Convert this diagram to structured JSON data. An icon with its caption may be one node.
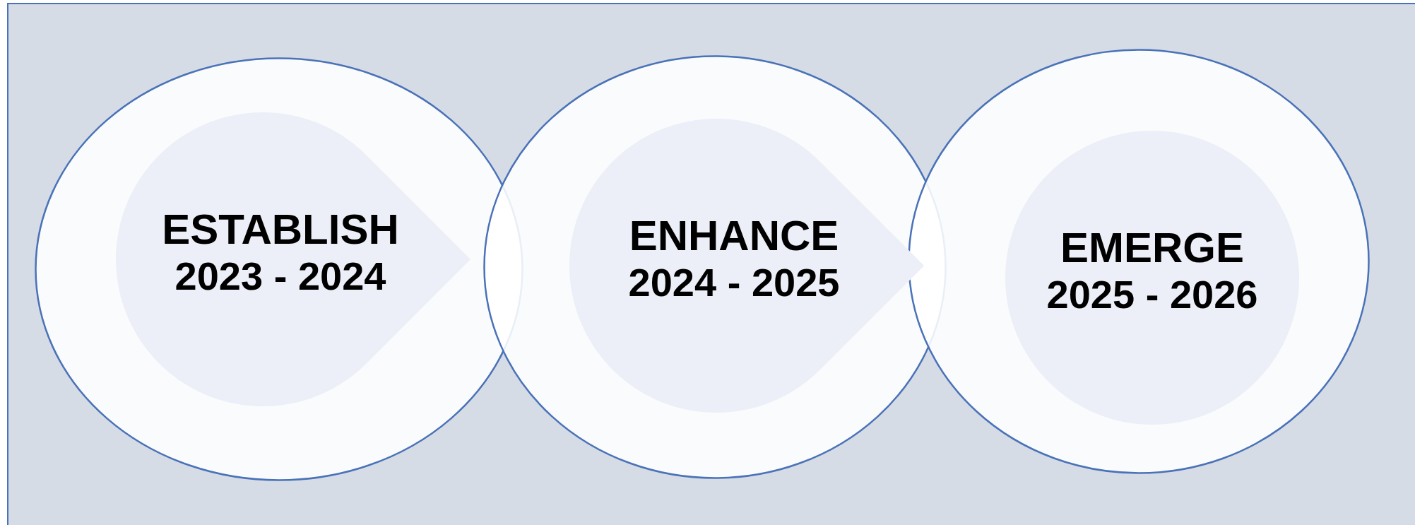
{
  "diagram": {
    "nodes": [
      {
        "text": [],
        "shape": "ellipse"
      },
      {
        "text": [
          "ESTABLISH",
          "2023 - 2024"
        ],
        "in": 0
      },
      {
        "text": [],
        "shape": "ellipse"
      },
      {
        "text": [
          "ENHANCE",
          "2024 - 2025"
        ],
        "in": 2
      },
      {
        "text": [],
        "shape": "ellipse"
      },
      {
        "text": [
          "EMERGE",
          "2025 - 2026"
        ],
        "in": 4
      }
    ]
  }
}
